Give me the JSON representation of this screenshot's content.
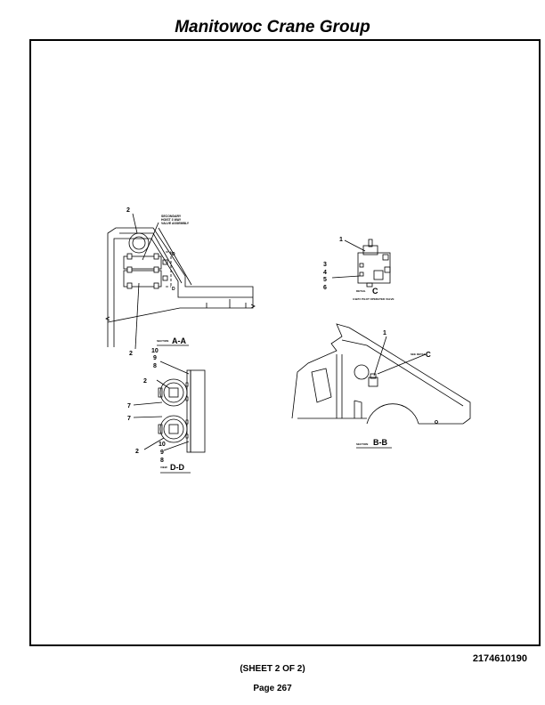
{
  "header": {
    "title": "Manitowoc Crane Group"
  },
  "footer": {
    "doc_number": "2174610190",
    "sheet_label": "(SHEET 2 OF 2)",
    "page_label": "Page 267"
  },
  "diagram": {
    "view_aa": {
      "callouts": [
        "2",
        "2"
      ],
      "section_mark": "D",
      "note": [
        "SECONDARY",
        "HOIST 3 WAY",
        "VALVE ASSEMBLY"
      ],
      "view_word": "SECTION",
      "view_label": "A-A"
    },
    "detail_c": {
      "callouts": [
        "1",
        "3",
        "4",
        "5",
        "6"
      ],
      "view_word": "DETAIL",
      "view_label": "C",
      "subtitle": "3-WAY PILOT OPERATED VALVE"
    },
    "view_bb": {
      "callouts": [
        "1"
      ],
      "see_detail_text": "SEE DETAIL",
      "see_detail_ref": "C",
      "view_word": "SECTION",
      "view_label": "B-B"
    },
    "view_dd": {
      "callouts": [
        "10",
        "9",
        "8",
        "2",
        "7",
        "7",
        "2",
        "10",
        "9",
        "8"
      ],
      "view_word": "VIEW",
      "view_label": "D-D"
    }
  }
}
